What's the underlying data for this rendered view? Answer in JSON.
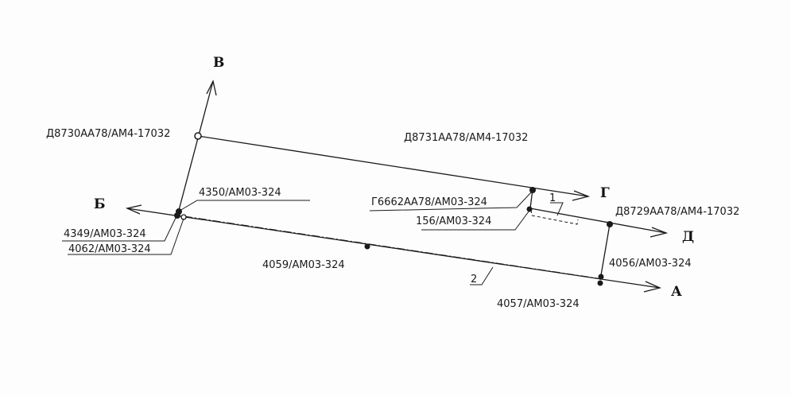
{
  "directions": {
    "A": "А",
    "B": "Б",
    "V": "В",
    "G": "Г",
    "D": "Д"
  },
  "points": {
    "p8730": "Д8730АА78/АМ4-17032",
    "p8731": "Д8731АА78/АМ4-17032",
    "p8729": "Д8729АА78/АМ4-17032",
    "p4350": "4350/АМ03-324",
    "p4349": "4349/АМ03-324",
    "p4062": "4062/АМ03-324",
    "p4059": "4059/АМ03-324",
    "p6662": "Г6662АА78/АМ03-324",
    "p156": "156/АМ03-324",
    "p4056": "4056/АМ03-324",
    "p4057": "4057/АМ03-324"
  },
  "callouts": {
    "one": "1",
    "two": "2"
  }
}
